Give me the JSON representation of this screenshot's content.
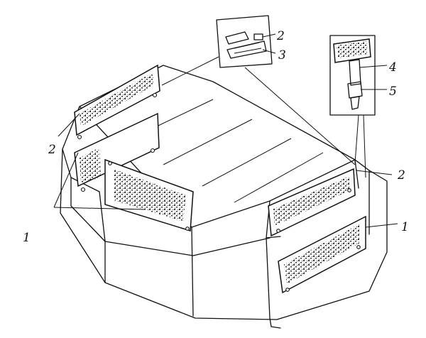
{
  "callouts": {
    "c1_left": "1",
    "c1_right": "1",
    "c2_left": "2",
    "c2_right": "2",
    "c2_inset": "2",
    "c3_inset": "3",
    "c4_inset": "4",
    "c5_inset": "5"
  }
}
